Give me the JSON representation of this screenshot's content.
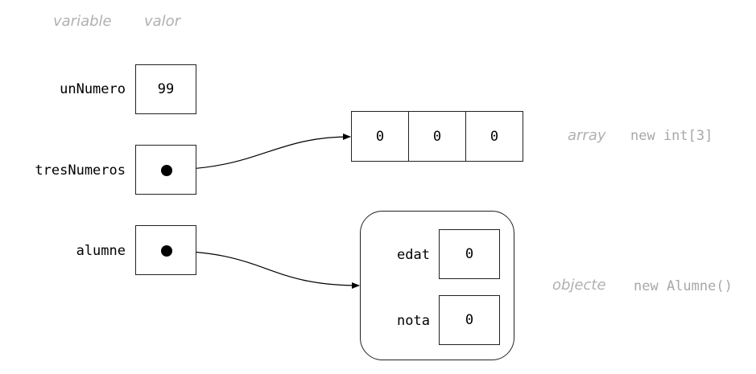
{
  "headers": {
    "variable": "variable",
    "value": "valor"
  },
  "variables": [
    {
      "name": "unNumero",
      "value": "99",
      "kind": "primitive"
    },
    {
      "name": "tresNumeros",
      "value": "",
      "kind": "reference"
    },
    {
      "name": "alumne",
      "value": "",
      "kind": "reference"
    }
  ],
  "array": {
    "cells": [
      "0",
      "0",
      "0"
    ],
    "kind_label": "array",
    "expression": "new int[3]"
  },
  "object": {
    "fields": [
      {
        "name": "edat",
        "value": "0"
      },
      {
        "name": "nota",
        "value": "0"
      }
    ],
    "kind_label": "objecte",
    "expression": "new Alumne()"
  },
  "colors": {
    "stroke": "#222222",
    "annotation": "#b0b0b0",
    "pointer": "#000000"
  }
}
